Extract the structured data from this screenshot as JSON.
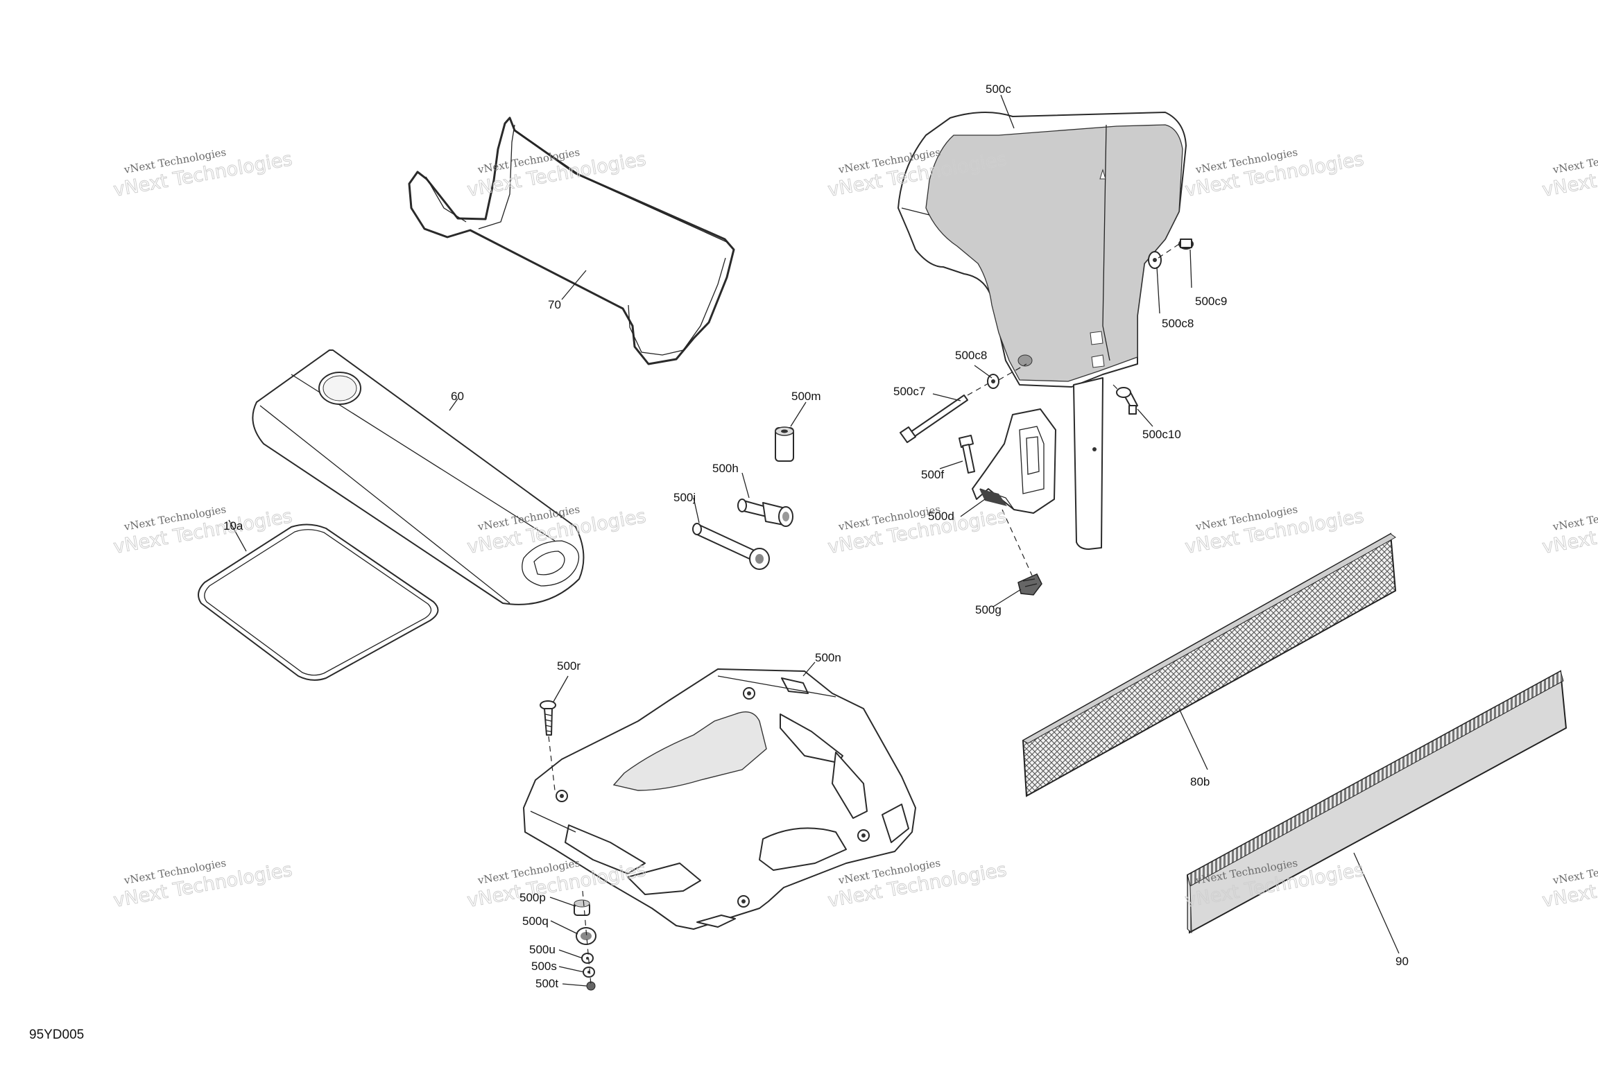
{
  "diagram": {
    "code": "95YD005",
    "watermark": {
      "line1": "vNext Technologies",
      "line2": "vNext Technologies"
    },
    "callouts": {
      "p70": "70",
      "p60": "60",
      "p10a": "10a",
      "p500c": "500c",
      "p500c9": "500c9",
      "p500c8a": "500c8",
      "p500c8b": "500c8",
      "p500c7": "500c7",
      "p500c10": "500c10",
      "p500m": "500m",
      "p500h": "500h",
      "p500j": "500j",
      "p500f": "500f",
      "p500d": "500d",
      "p500g": "500g",
      "p500r": "500r",
      "p500n": "500n",
      "p80b": "80b",
      "p90": "90",
      "p500p": "500p",
      "p500q": "500q",
      "p500u": "500u",
      "p500s": "500s",
      "p500t": "500t"
    }
  }
}
